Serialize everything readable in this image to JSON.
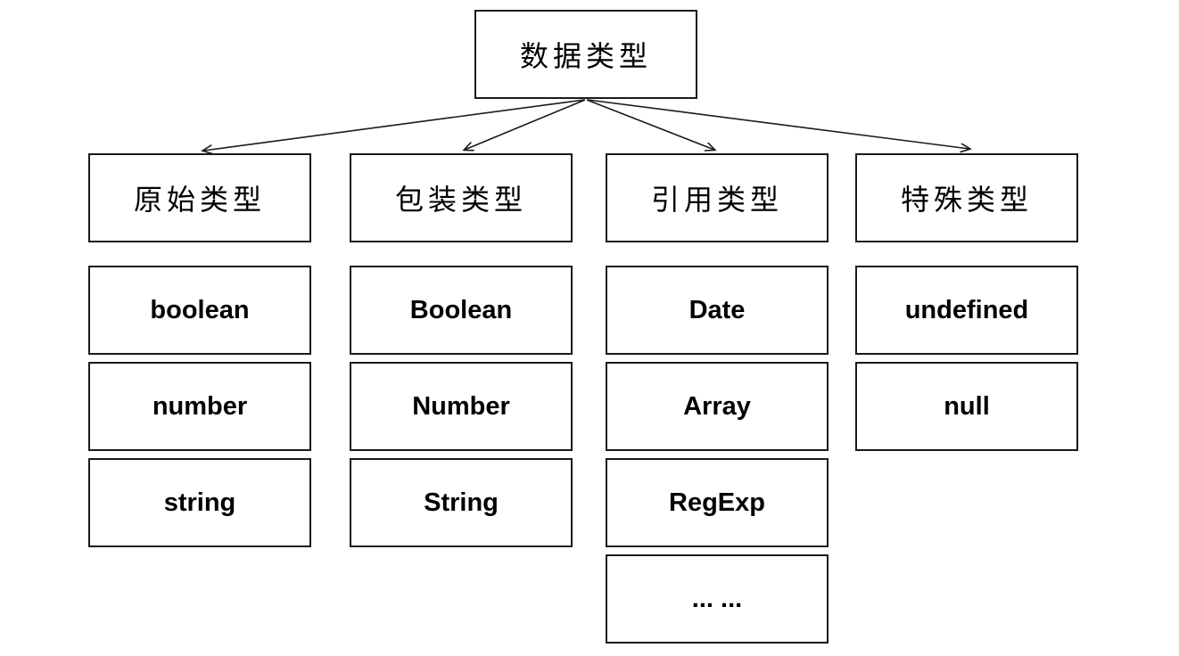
{
  "diagram": {
    "root": {
      "label": "数据类型"
    },
    "columns": [
      {
        "header": "原始类型",
        "children": [
          "boolean",
          "number",
          "string"
        ]
      },
      {
        "header": "包装类型",
        "children": [
          "Boolean",
          "Number",
          "String"
        ]
      },
      {
        "header": "引用类型",
        "children": [
          "Date",
          "Array",
          "RegExp",
          "... ..."
        ]
      },
      {
        "header": "特殊类型",
        "children": [
          "undefined",
          "null"
        ]
      }
    ],
    "colors": {
      "background": "#ffffff",
      "border": "#1a1a1a",
      "text": "#000000"
    }
  }
}
